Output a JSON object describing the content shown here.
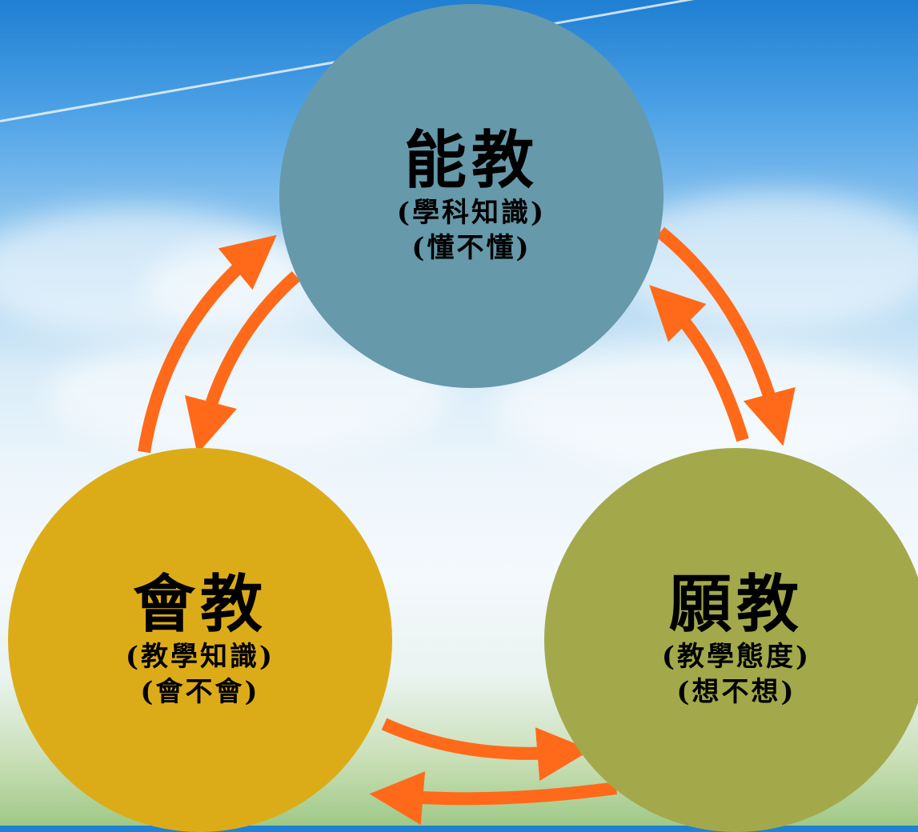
{
  "colors": {
    "top_circle": "#6699aa",
    "left_circle": "#dcac18",
    "right_circle": "#a3a94a",
    "arrow": "#ff6a1a"
  },
  "nodes": {
    "top": {
      "title": "能教",
      "line1": "(學科知識)",
      "line2": "(懂不懂)"
    },
    "left": {
      "title": "會教",
      "line1": "(教學知識)",
      "line2": "(會不會)"
    },
    "right": {
      "title": "願教",
      "line1": "(教學態度)",
      "line2": "(想不想)"
    }
  }
}
